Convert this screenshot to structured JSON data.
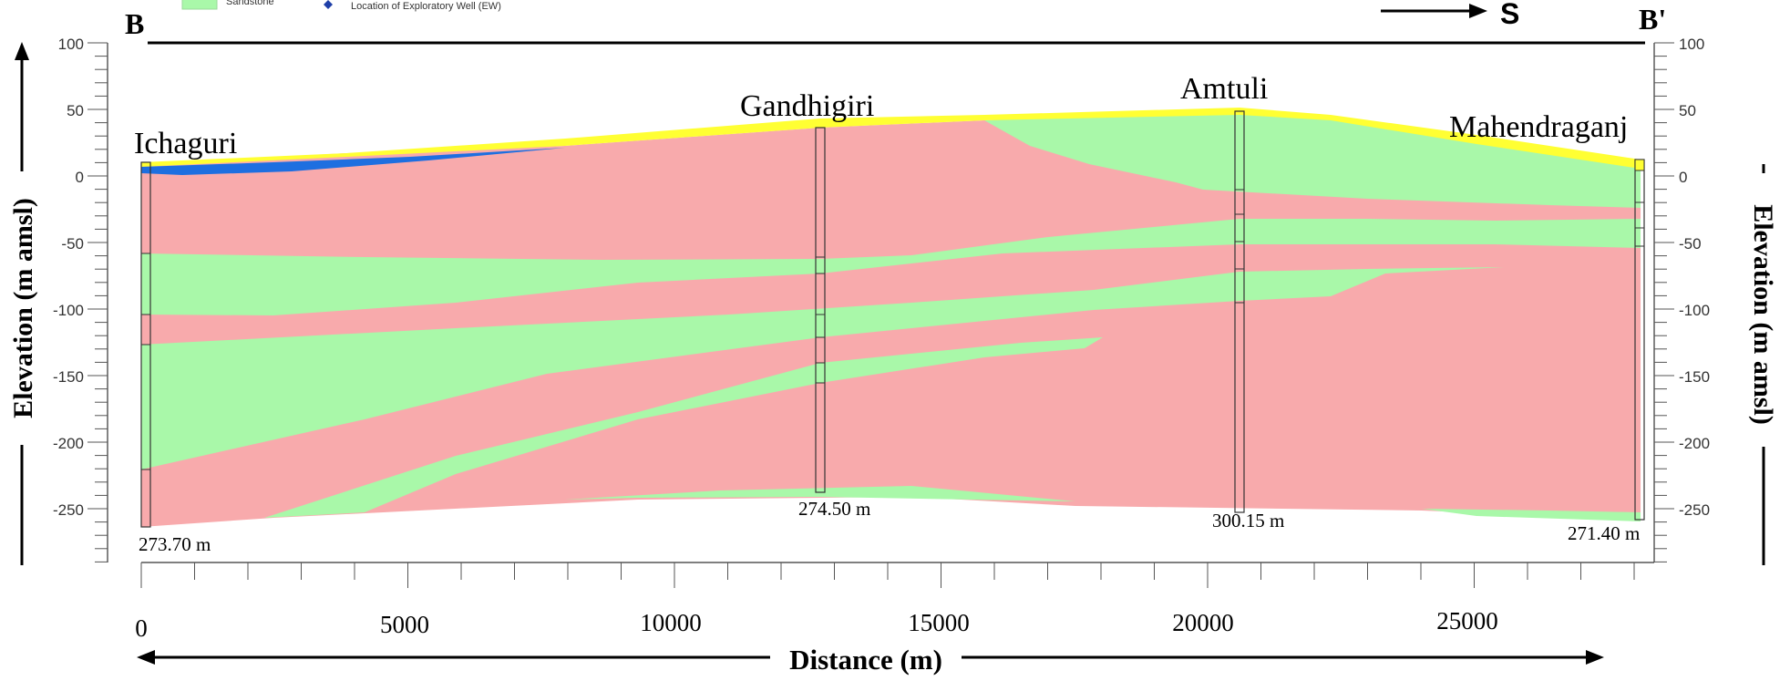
{
  "legend": {
    "items": [
      {
        "label": "Sandstone",
        "color": "#a9f8a9"
      },
      {
        "label": "Location of Exploratory Well (EW)",
        "color": "#1f3fa8"
      }
    ]
  },
  "section": {
    "start_label": "B",
    "end_label": "B'",
    "direction_label": "S"
  },
  "axes": {
    "y_label_left": "Elevation (m amsl)",
    "y_label_right": "Elevation (m amsl)",
    "x_label": "Distance (m)",
    "y_ticks": [
      "100",
      "50",
      "0",
      "-50",
      "-100",
      "-150",
      "-200",
      "-250"
    ],
    "x_ticks": [
      "0",
      "5000",
      "10000",
      "15000",
      "20000",
      "25000"
    ],
    "ylim": [
      -290,
      100
    ],
    "xlim": [
      0,
      28400
    ]
  },
  "wells": [
    {
      "name": "Ichaguri",
      "depth_label": "273.70 m",
      "distance": 150
    },
    {
      "name": "Gandhigiri",
      "depth_label": "274.50 m",
      "distance": 12850
    },
    {
      "name": "Amtuli",
      "depth_label": "300.15 m",
      "distance": 20750
    },
    {
      "name": "Mahendraganj",
      "depth_label": "271.40 m",
      "distance": 28300
    }
  ],
  "colors": {
    "shale": "#f8aaac",
    "sandstone": "#a9f8a9",
    "top_soil": "#ffff33",
    "water": "#1e6fe0",
    "axis": "#333333"
  }
}
